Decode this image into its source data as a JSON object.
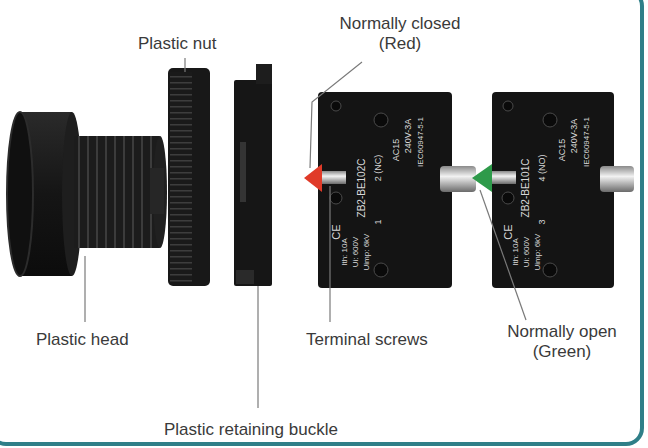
{
  "diagram": {
    "labels": [
      "Plastic nut",
      "Normally closed (Red)",
      "Plastic head",
      "Terminal screws",
      "Normally open (Green)",
      "Plastic retaining buckle",
      "ZB2-BE102C",
      "1",
      "2 (NC)",
      "AC15",
      "240V-3A",
      "IEC60947-5-1",
      "Ith: 10A",
      "Ui: 600V",
      "Uimp: 6kV",
      "CE",
      "ZB2-BE101C",
      "3",
      "4 (NO)",
      "AC15",
      "240V-3A",
      "IEC60947-5-1",
      "Ith: 10A",
      "Ui: 600V",
      "Uimp: 6kV",
      "CE"
    ]
  }
}
